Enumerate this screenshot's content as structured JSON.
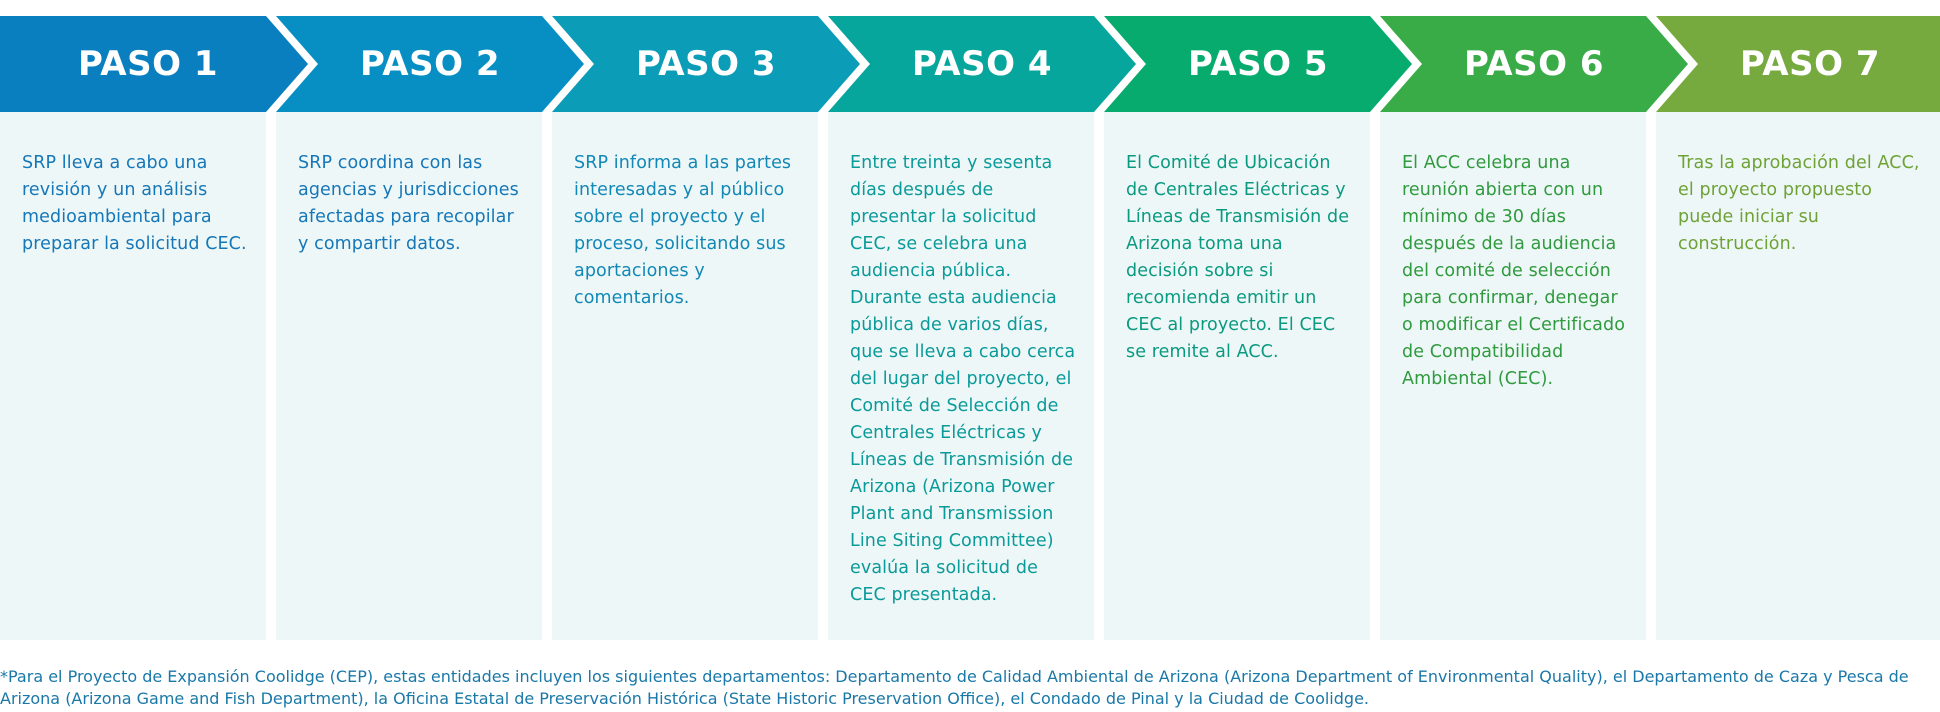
{
  "steps": [
    {
      "label": "PASO 1",
      "text": "SRP lleva a cabo una revisión y un análisis medioambiental para preparar la solicitud CEC.",
      "color": "#0a7fc0",
      "text_color": "#1577b8"
    },
    {
      "label": "PASO 2",
      "text": "SRP coordina con las agencias y jurisdicciones afectadas para recopilar y compartir datos.",
      "color": "#078fc4",
      "text_color": "#1577b8"
    },
    {
      "label": "PASO 3",
      "text": "SRP informa a las partes interesadas y al público sobre el proyecto y el proceso, solicitando sus aportaciones y comentarios.",
      "color": "#0b9cb8",
      "text_color": "#1188b6"
    },
    {
      "label": "PASO 4",
      "text": "Entre treinta y sesenta días después de presentar la solicitud CEC, se celebra una audiencia pública. Durante esta audiencia pública de varios días, que se lleva a cabo cerca del lugar del proyecto, el Comité de Selección de Centrales Eléctricas y Líneas de Transmisión de Arizona (Arizona Power Plant and Transmission Line Siting Committee) evalúa la solicitud de CEC presentada.",
      "color": "#07a69c",
      "text_color": "#0a9a99"
    },
    {
      "label": "PASO 5",
      "text": "El Comité de Ubicación de Centrales Eléctricas y Líneas de Transmisión de Arizona toma una decisión sobre si recomienda emitir un CEC al proyecto. El CEC se remite al ACC.",
      "color": "#06ab6d",
      "text_color": "#0a9a80"
    },
    {
      "label": "PASO 6",
      "text": "El ACC celebra una reunión abierta con un mínimo de 30 días después de la audiencia del comité de selección para confirmar, denegar o modificar el Certificado de Compatibilidad Ambiental (CEC).",
      "color": "#39ab47",
      "text_color": "#2f9a3e"
    },
    {
      "label": "PASO 7",
      "text": "Tras la aprobación del ACC, el proyecto propuesto puede iniciar su construcción.",
      "color": "#76aa3e",
      "text_color": "#6fa236"
    }
  ],
  "footnote": "*Para el Proyecto de Expansión Coolidge (CEP), estas entidades incluyen los siguientes departamentos: Departamento de Calidad Ambiental de Arizona (Arizona Department of Environmental Quality), el Departamento de Caza y Pesca de Arizona (Arizona Game and Fish Department), la Oficina Estatal de Preservación Histórica (State Historic Preservation Office), el Condado de Pinal y la Ciudad de Coolidge."
}
